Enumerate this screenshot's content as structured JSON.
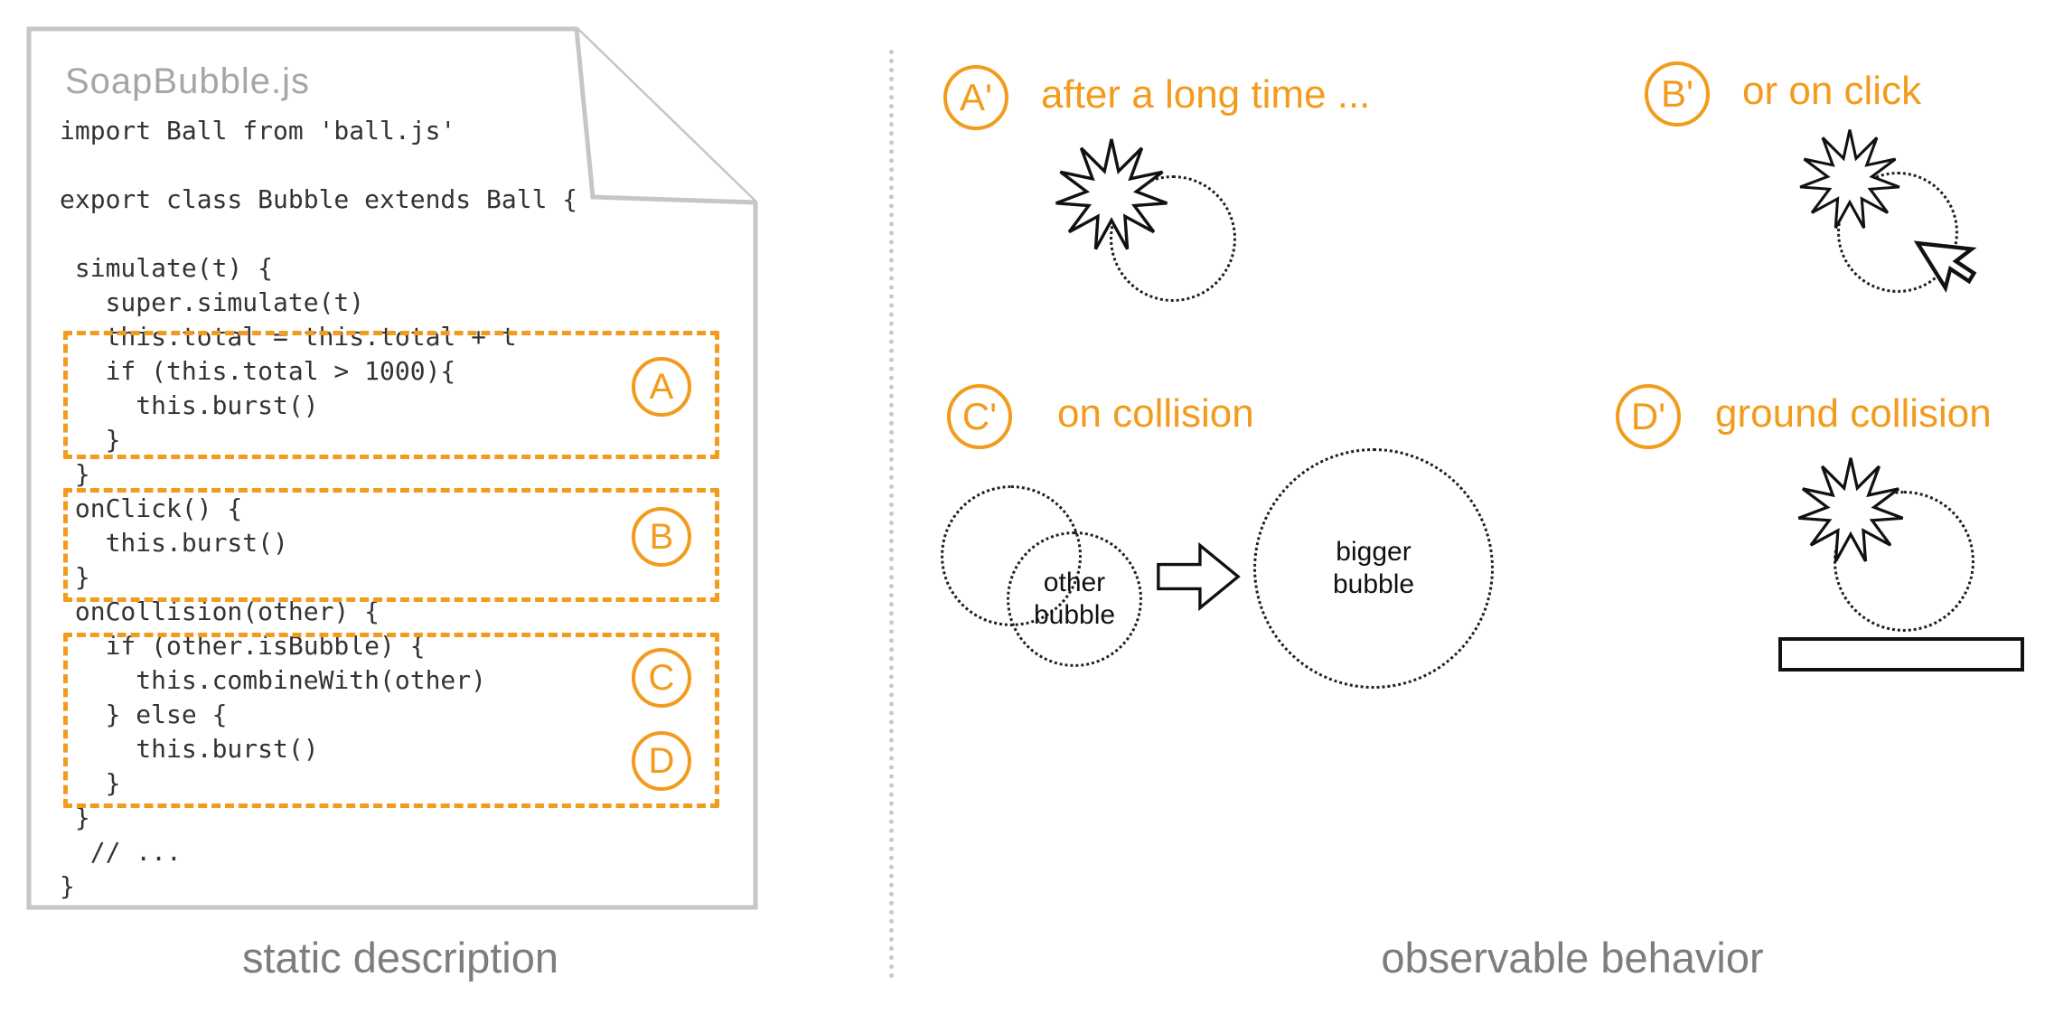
{
  "colors": {
    "accent": "#F29B1D"
  },
  "document": {
    "title": "SoapBubble.js",
    "caption": "static description",
    "code_lines": [
      "import Ball from 'ball.js'",
      "",
      "export class Bubble extends Ball {",
      "",
      " simulate(t) {",
      "   super.simulate(t)",
      "   this.total = this.total + t",
      "   if (this.total > 1000){",
      "     this.burst()",
      "   }",
      " }",
      " onClick() {",
      "   this.burst()",
      " }",
      " onCollision(other) {",
      "   if (other.isBubble) {",
      "     this.combineWith(other)",
      "   } else {",
      "     this.burst()",
      "   }",
      " }",
      "  // ...",
      "}"
    ],
    "regions": [
      {
        "label": "A"
      },
      {
        "label": "B"
      },
      {
        "label": "C"
      },
      {
        "label": "D"
      }
    ]
  },
  "behavior": {
    "caption": "observable behavior",
    "items": [
      {
        "label": "A'",
        "text": "after a long time ..."
      },
      {
        "label": "B'",
        "text": "or on click"
      },
      {
        "label": "C'",
        "text": "on collision"
      },
      {
        "label": "D'",
        "text": "ground collision"
      }
    ],
    "collision": {
      "other_label": "other\nbubble",
      "bigger_label": "bigger\nbubble"
    }
  }
}
